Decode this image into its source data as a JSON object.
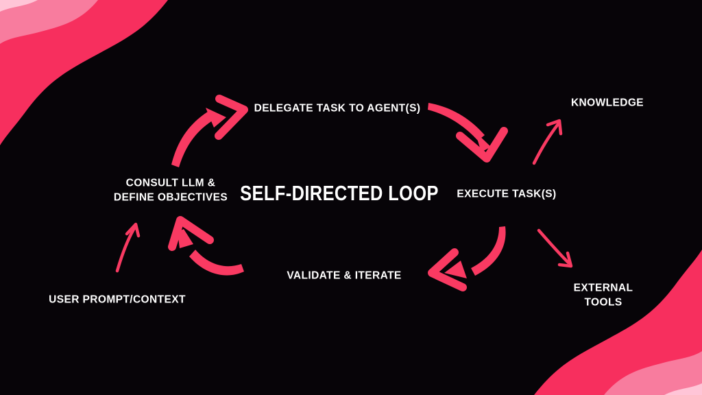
{
  "page": {
    "background": "#070408",
    "text_color": "#ffffff",
    "accent_pink": "#f93a62",
    "wave_colors": {
      "dark": "#f72f5e",
      "medium": "#f87c9e",
      "light": "#ffc5d7"
    }
  },
  "diagram": {
    "title": "SELF-DIRECTED LOOP",
    "nodes": {
      "delegate": {
        "label": "DELEGATE TASK TO AGENT(S)"
      },
      "knowledge": {
        "label": "KNOWLEDGE"
      },
      "consult": {
        "label": "CONSULT LLM &\nDEFINE OBJECTIVES"
      },
      "execute": {
        "label": "EXECUTE TASK(S)"
      },
      "validate": {
        "label": "VALIDATE & ITERATE"
      },
      "external": {
        "label": "EXTERNAL\nTOOLS"
      },
      "user_prompt": {
        "label": "USER PROMPT/CONTEXT"
      }
    },
    "edges": [
      {
        "from": "consult",
        "to": "delegate",
        "style": "thick-curved"
      },
      {
        "from": "delegate",
        "to": "execute",
        "style": "thick-curved"
      },
      {
        "from": "execute",
        "to": "validate",
        "style": "thick-curved"
      },
      {
        "from": "validate",
        "to": "consult",
        "style": "thick-curved"
      },
      {
        "from": "user_prompt",
        "to": "consult",
        "style": "thin-straight"
      },
      {
        "from": "execute",
        "to": "knowledge",
        "style": "thin-straight"
      },
      {
        "from": "execute",
        "to": "external",
        "style": "thin-straight"
      }
    ]
  }
}
